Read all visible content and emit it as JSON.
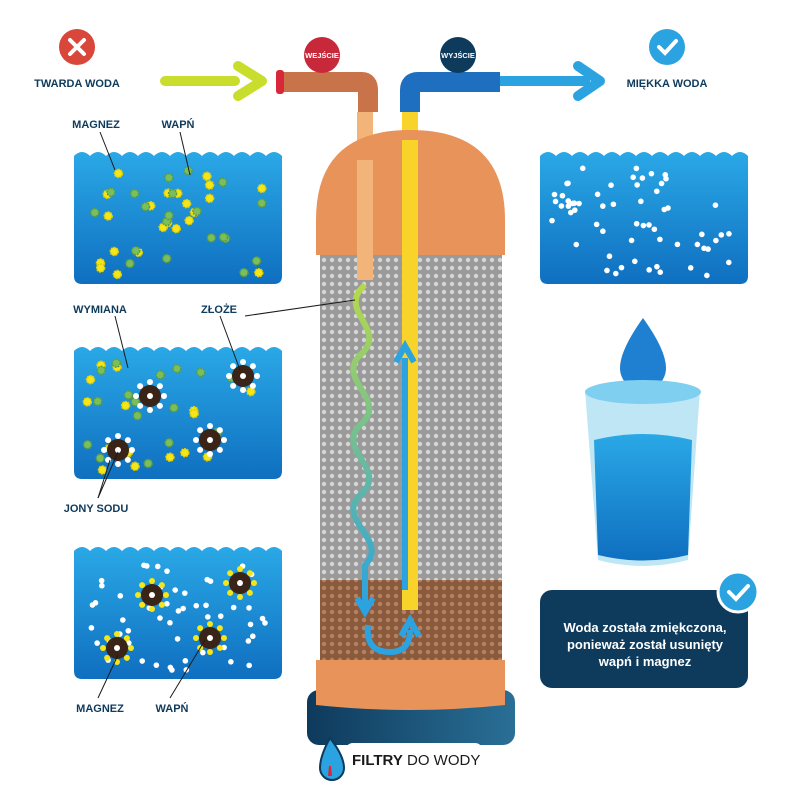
{
  "header": {
    "hard_water": "TWARDA WODA",
    "soft_water": "MIĘKKA WODA",
    "inlet": "WEJŚCIE",
    "outlet": "WYJŚCIE"
  },
  "labels": {
    "magnesium_top": "MAGNEZ",
    "calcium_top": "WAPŃ",
    "exchange": "WYMIANA",
    "resin": "ZŁOŻE",
    "sodium_ions": "JONY SODU",
    "magnesium_bottom": "MAGNEZ",
    "calcium_bottom": "WAPŃ"
  },
  "info_box": {
    "line1": "Woda została zmiękczona,",
    "line2": "ponieważ został usunięty",
    "line3": "wapń i magnez"
  },
  "logo": {
    "brand_bold": "FILTRY",
    "brand_rest": " DO WODY"
  },
  "colors": {
    "water": "#1b8fd8",
    "navy": "#0e3a5c",
    "orange": "#e8935a",
    "red": "#d9463a",
    "check": "#2aa3e0",
    "yellow": "#f5e617",
    "green": "#7bbf5a"
  }
}
